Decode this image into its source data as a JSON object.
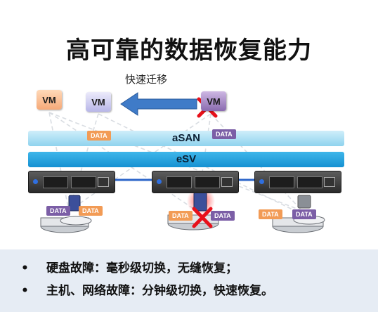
{
  "title": "高可靠的数据恢复能力",
  "migration": {
    "label": "快速迁移"
  },
  "vms": {
    "vm1": "VM",
    "vm2": "VM",
    "vm3": "VM"
  },
  "layers": {
    "asan": "aSAN",
    "esv": "eSV"
  },
  "tags": {
    "data": "DATA"
  },
  "bullets": [
    "硬盘故障：毫秒级切换，无缝恢复；",
    "主机、网络故障：分钟级切换，快速恢复。"
  ],
  "colors": {
    "asan": "#8fd3ee",
    "esv": "#1591d2",
    "arrow": "#3f7bc8",
    "fail": "#e8101a",
    "bullet_bg": "#e6ecf4"
  }
}
